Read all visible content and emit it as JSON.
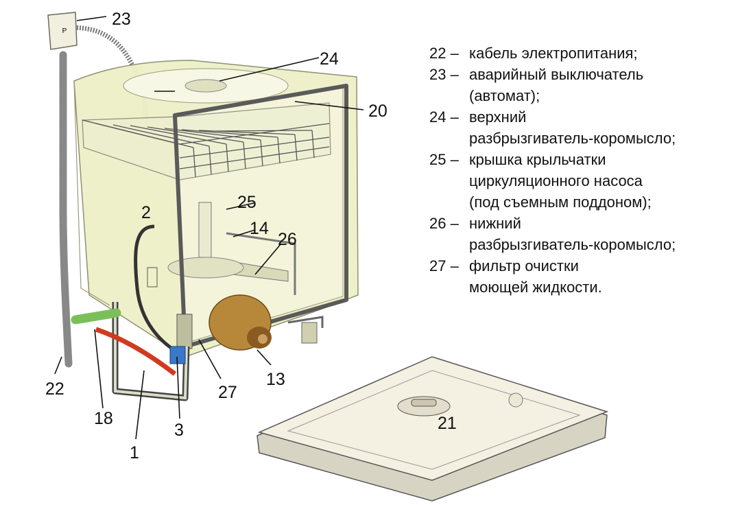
{
  "callouts": {
    "c23": "23",
    "c24": "24",
    "c20": "20",
    "c2": "2",
    "c25": "25",
    "c14": "14",
    "c26": "26",
    "c22": "22",
    "c18": "18",
    "c3": "3",
    "c1": "1",
    "c27": "27",
    "c13": "13",
    "c21": "21"
  },
  "switch_mark": "P",
  "legend": [
    {
      "num": "22 –",
      "text": "кабель электропитания;"
    },
    {
      "num": "23 –",
      "text": "аварийный выключатель\n(автомат);"
    },
    {
      "num": "24 –",
      "text": "верхний\nразбрызгиватель-коромысло;"
    },
    {
      "num": "25 –",
      "text": "крышка крыльчатки\nциркуляционного насоса\n(под съемным поддоном);"
    },
    {
      "num": "26 –",
      "text": "нижний\nразбрызгиватель-коромысло;"
    },
    {
      "num": "27 –",
      "text": "фильтр очистки\nмоющей жидкости."
    }
  ],
  "colors": {
    "body": "#eef0c8",
    "body_stroke": "#8a8a6a",
    "inner": "#f3f4da",
    "door_frame": "#5a5a5a",
    "pump_motor": "#b8883a",
    "green_pipe": "#7bbf5a",
    "red_hose": "#d03a20",
    "valve": "#3a78c8",
    "cable": "#777777",
    "lid": "#f4f0e2"
  }
}
